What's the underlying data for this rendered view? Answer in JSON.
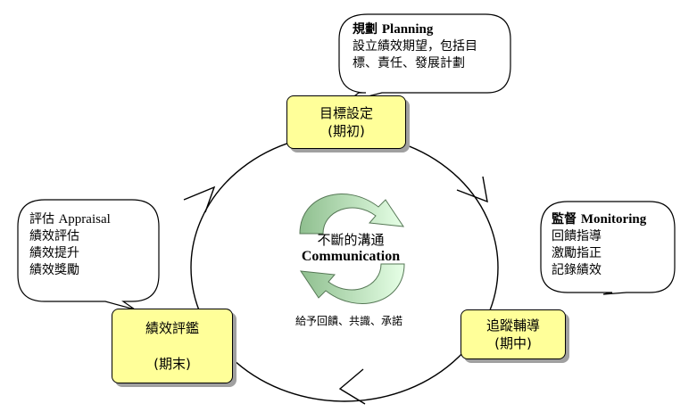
{
  "stages": {
    "planning_box": {
      "line1": "目標設定",
      "line2": "(期初)"
    },
    "coaching_box": {
      "line1": "追蹤輔導",
      "line2": "(期中)"
    },
    "appraisal_box": {
      "line1": "績效評鑑",
      "line2": "(期末)"
    }
  },
  "callouts": {
    "planning": {
      "title_zh": "規劃",
      "title_en": "Planning",
      "lines": [
        "設立績效期望，包括目",
        "標、責任、發展計劃"
      ]
    },
    "monitoring": {
      "title_zh": "監督",
      "title_en": "Monitoring",
      "lines": [
        "回饋指導",
        "激勵指正",
        "記錄績效"
      ]
    },
    "appraisal": {
      "title_zh": "評估",
      "title_en": "Appraisal",
      "lines": [
        "績效評估",
        "績效提升",
        "績效獎勵"
      ]
    }
  },
  "center": {
    "title_zh": "不斷的溝通",
    "title_en": "Communication",
    "subtitle": "給予回饋、共識、承諾"
  },
  "colors": {
    "box_fill": "#ffff99",
    "shadow": "#a0a0a0",
    "arrow_green_dark": "#8fbf8f",
    "arrow_green_light": "#e6ffe6"
  }
}
